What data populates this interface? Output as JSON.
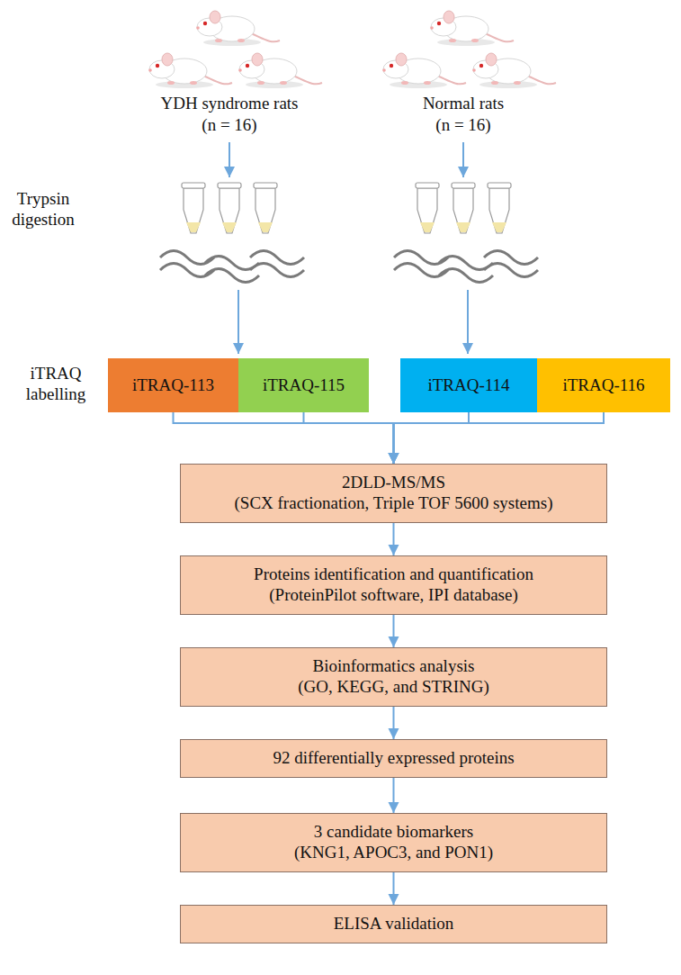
{
  "diagram": {
    "nodes": [
      {
        "text": [
          "iTRAQ-113"
        ]
      },
      {
        "text": [
          "iTRAQ-115"
        ]
      },
      {
        "text": [
          "iTRAQ-114"
        ]
      },
      {
        "text": [
          "iTRAQ-116"
        ]
      },
      {
        "text": [
          "2DLD-MS/MS",
          "(SCX fractionation, Triple TOF 5600 systems)"
        ]
      },
      {
        "text": [
          "Proteins identification and quantification",
          "(ProteinPilot software, IPI database)"
        ]
      },
      {
        "text": [
          "Bioinformatics analysis",
          "(GO, KEGG, and STRING)"
        ]
      },
      {
        "text": [
          "92 differentially expressed proteins"
        ]
      },
      {
        "text": [
          "3 candidate biomarkers",
          "(KNG1, APOC3, and PON1)"
        ]
      },
      {
        "text": [
          "ELISA validation"
        ]
      }
    ],
    "edges": [
      {
        "from": 0,
        "to": 4,
        "arrow": "to"
      },
      {
        "from": 1,
        "to": 4,
        "arrow": "to"
      },
      {
        "from": 2,
        "to": 4,
        "arrow": "to"
      },
      {
        "from": 3,
        "to": 4,
        "arrow": "to"
      },
      {
        "from": 4,
        "to": 5,
        "arrow": "to"
      },
      {
        "from": 5,
        "to": 6,
        "arrow": "to"
      },
      {
        "from": 6,
        "to": 7,
        "arrow": "to"
      },
      {
        "from": 7,
        "to": 8,
        "arrow": "to"
      },
      {
        "from": 8,
        "to": 9,
        "arrow": "to"
      }
    ],
    "labels": [
      "YDH syndrome rats",
      "(n = 16)",
      "Normal rats",
      "(n = 16)",
      "Trypsin digestion",
      "iTRAQ labelling"
    ]
  }
}
